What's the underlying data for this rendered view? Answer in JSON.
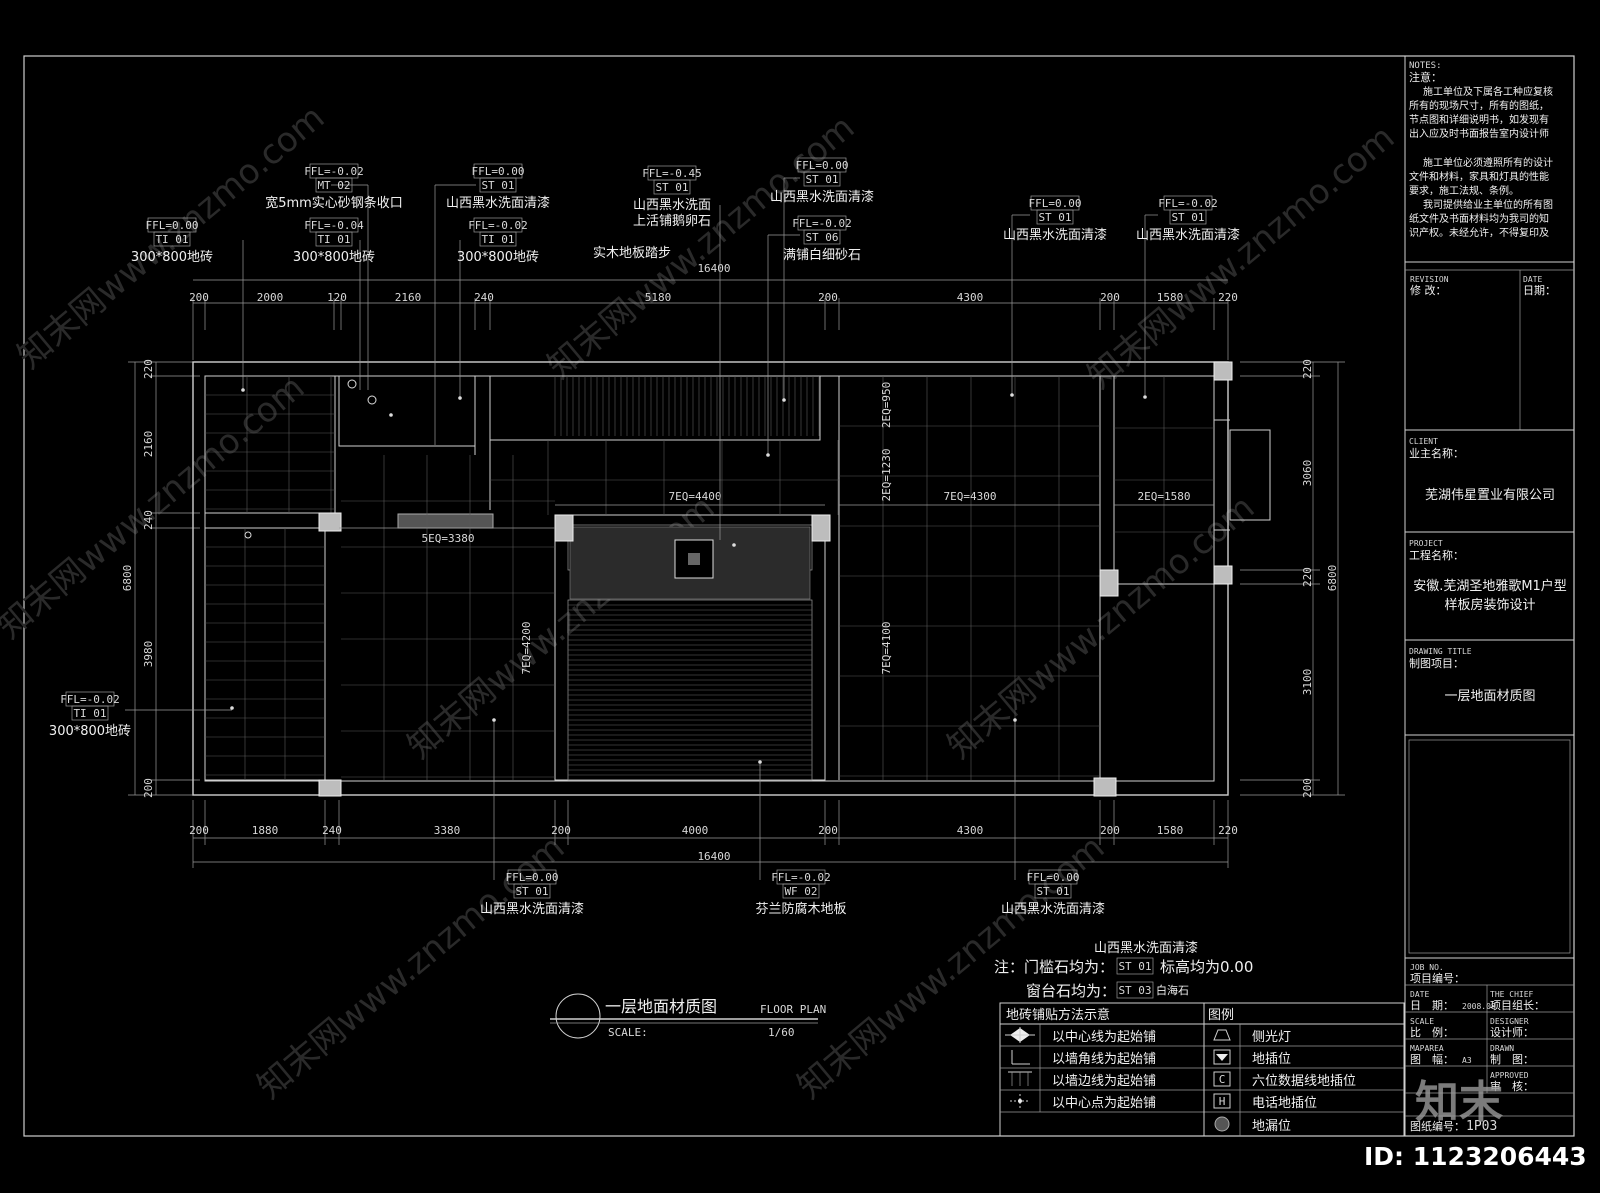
{
  "dimensions": {
    "top": [
      "200",
      "2000",
      "120",
      "2160",
      "240",
      "5180",
      "200",
      "4300",
      "200",
      "1580",
      "220"
    ],
    "top_total": "16400",
    "bottom": [
      "200",
      "1880",
      "240",
      "3380",
      "200",
      "4000",
      "200",
      "4300",
      "200",
      "1580",
      "220"
    ],
    "bottom_total": "16400",
    "left": [
      "220",
      "2160",
      "240",
      "3980",
      "200"
    ],
    "left_total": "6800",
    "right": [
      "220",
      "3060",
      "220",
      "3100",
      "200"
    ],
    "right_total": "6800",
    "inner": {
      "a": "5EQ=3380",
      "b": "7EQ=4400",
      "c": "7EQ=4300",
      "d": "2EQ=1580",
      "e": "7EQ=4200",
      "f": "7EQ=4100",
      "g": "2EQ=950",
      "h": "2EQ=1230"
    }
  },
  "tags": [
    {
      "ffl": "FFL=0.00",
      "code": "TI 01",
      "desc": "300*800地砖"
    },
    {
      "ffl": "FFL=-0.02",
      "code": "MT 02",
      "desc": "宽5mm实心砂钢条收口"
    },
    {
      "ffl": "FFL=-0.04",
      "code": "TI 01",
      "desc": "300*800地砖"
    },
    {
      "ffl": "FFL=0.00",
      "code": "ST 01",
      "desc": "山西黑水洗面清漆"
    },
    {
      "ffl": "FFL=-0.02",
      "code": "TI 01",
      "desc": "300*800地砖"
    },
    {
      "ffl": "FFL=-0.45",
      "code": "ST 01",
      "desc": "山西黑水洗面",
      "desc2": "上活铺鹅卵石"
    },
    {
      "ffl": "FFL=0.00",
      "code": "ST 01",
      "desc": "山西黑水洗面清漆"
    },
    {
      "ffl": "FFL=-0.02",
      "code": "ST 06",
      "desc": "满铺白细砂石"
    },
    {
      "ffl": "FFL=0.00",
      "code": "ST 01",
      "desc": "山西黑水洗面清漆"
    },
    {
      "ffl": "FFL=-0.02",
      "code": "ST 01",
      "desc": "山西黑水洗面清漆"
    },
    {
      "ffl": "FFL=-0.02",
      "code": "TI 01",
      "desc": "300*800地砖"
    },
    {
      "ffl": "FFL=0.00",
      "code": "ST 01",
      "desc": "山西黑水洗面清漆"
    },
    {
      "ffl": "FFL=-0.02",
      "code": "WF 02",
      "desc": "芬兰防腐木地板"
    },
    {
      "ffl": "FFL=0.00",
      "code": "ST 01",
      "desc": "山西黑水洗面清漆"
    }
  ],
  "stair_note": "实木地板踏步",
  "notes_block": {
    "line0": "山西黑水洗面清漆",
    "line1_a": "注：门槛石均为：",
    "line1_code": "ST 01",
    "line1_b": "标高均为0.00",
    "line2_a": "窗台石均为：",
    "line2_code": "ST 03",
    "line2_b": "白海石"
  },
  "drawing_title": {
    "cn": "一层地面材质图",
    "en": "FLOOR PLAN",
    "scale_label": "SCALE:",
    "scale": "1/60"
  },
  "legend": {
    "header_left": "地砖铺贴方法示意",
    "header_right": "图例",
    "methods": [
      "以中心线为起始铺",
      "以墙角线为起始铺",
      "以墙边线为起始铺",
      "以中心点为起始铺"
    ],
    "symbols": [
      {
        "glyph": "",
        "label": "侧光灯"
      },
      {
        "glyph": "",
        "label": "地插位"
      },
      {
        "glyph": "C",
        "label": "六位数据线地插位"
      },
      {
        "glyph": "H",
        "label": "电话地插位"
      },
      {
        "glyph": "",
        "label": "地漏位"
      }
    ]
  },
  "title_block": {
    "notes_en": "NOTES:",
    "notes_cn": "注意：",
    "notes_p1": [
      "施工单位及下属各工种应复核",
      "所有的现场尺寸，所有的图纸，",
      "节点图和详细说明书，如发现有",
      "出入应及时书面报告室内设计师"
    ],
    "notes_p2": [
      "施工单位必须遵照所有的设计",
      "文件和材料，家具和灯具的性能",
      "要求，施工法规、条例。"
    ],
    "notes_p3": [
      "我司提供给业主单位的所有图",
      "纸文件及书面材料均为我司的知",
      "识产权。未经允许，不得复印及"
    ],
    "revision_en": "REVISION",
    "revision_cn": "修 改：",
    "date_en": "DATE",
    "date_cn": "日期：",
    "client_en": "CLIENT",
    "client_cn": "业主名称：",
    "client": "芜湖伟星置业有限公司",
    "project_en": "PROJECT",
    "project_cn": "工程名称：",
    "project_l1": "安徽.芜湖圣地雅歌M1户型",
    "project_l2": "样板房装饰设计",
    "dtitle_en": "DRAWING TITLE",
    "dtitle_cn": "制图项目：",
    "dtitle": "一层地面材质图",
    "job_en": "JOB NO.",
    "job_cn": "项目编号：",
    "date2_en": "DATE",
    "date2_cn": "日　期：",
    "date2": "2008.08",
    "chief_en": "THE CHIEF",
    "chief_cn": "项目组长：",
    "scale_en": "SCALE",
    "scale_cn": "比　例：",
    "designer_en": "DESIGNER",
    "designer_cn": "设计师：",
    "size_en": "MAPAREA",
    "size_cn": "图　幅：",
    "size": "A3",
    "drawn_en": "DRAWN",
    "drawn_cn": "制　图：",
    "approved_en": "APPROVED",
    "approved_cn": "审　核：",
    "sheet_cn": "图纸编号：",
    "sheet": "1P03"
  },
  "watermark": {
    "text": "知末网www.znzmo.com",
    "logo": "知末",
    "id": "ID: 1123206443"
  }
}
